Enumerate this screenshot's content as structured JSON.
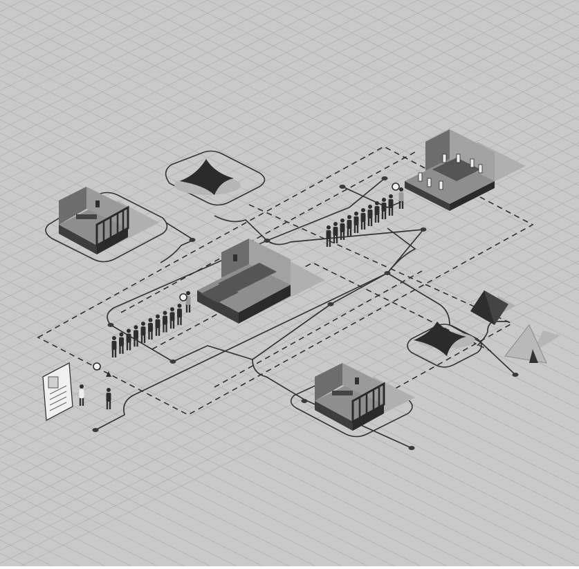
{
  "scene": {
    "kind": "isometric-process-map",
    "palette": {
      "ground": "#c9c9c9",
      "grid": "#b3b3b3",
      "wall_dark": "#3f3f3f",
      "wall_mid": "#7a7a7a",
      "floor_light": "#9c9c9c",
      "route_line": "#3a3a3a",
      "figure": "#2e2e2e",
      "shadow": "#b0b0b0"
    },
    "elements": {
      "shade_canopy_upper": "shade-canopy",
      "holding_cell_left": "holding-cell",
      "benches_room": "waiting-room",
      "meeting_room": "meeting-room",
      "holding_cell_lower": "holding-cell",
      "shade_canopy_lower": "shade-canopy",
      "ridge_tent": "tent",
      "tipi_tent": "tipi",
      "id_board": "id-poster",
      "queue_lower": {
        "kind": "people-queue",
        "people": 10
      },
      "queue_upper": {
        "kind": "people-queue",
        "people": 10
      },
      "officials": {
        "kind": "checkpoint-officials",
        "people": 2
      }
    }
  }
}
